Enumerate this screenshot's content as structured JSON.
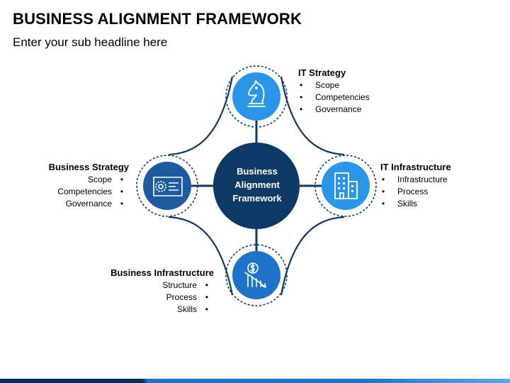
{
  "header": {
    "title": "BUSINESS ALIGNMENT FRAMEWORK",
    "subtitle": "Enter your sub headline here"
  },
  "center": {
    "label_line1": "Business",
    "label_line2": "Alignment",
    "label_line3": "Framework",
    "color": "#0d3966"
  },
  "nodes": {
    "it_strategy": {
      "heading": "IT Strategy",
      "items": [
        "Scope",
        "Competencies",
        "Governance"
      ],
      "icon": "chess-knight-icon",
      "color": "#2a96e8"
    },
    "it_infrastructure": {
      "heading": "IT Infrastructure",
      "items": [
        "Infrastructure",
        "Process",
        "Skills"
      ],
      "icon": "office-building-icon",
      "color": "#2a96e8"
    },
    "business_strategy": {
      "heading": "Business Strategy",
      "items": [
        "Scope",
        "Competencies",
        "Governance"
      ],
      "icon": "strategy-gear-presentation-icon",
      "color": "#1d5aa0"
    },
    "business_infrastructure": {
      "heading": "Business Infrastructure",
      "items": [
        "Structure",
        "Process",
        "Skills"
      ],
      "icon": "declining-dollar-chart-icon",
      "color": "#1d73c8"
    }
  },
  "colors": {
    "connector": "#0d3966",
    "dashed_ring": "#0d3966"
  }
}
